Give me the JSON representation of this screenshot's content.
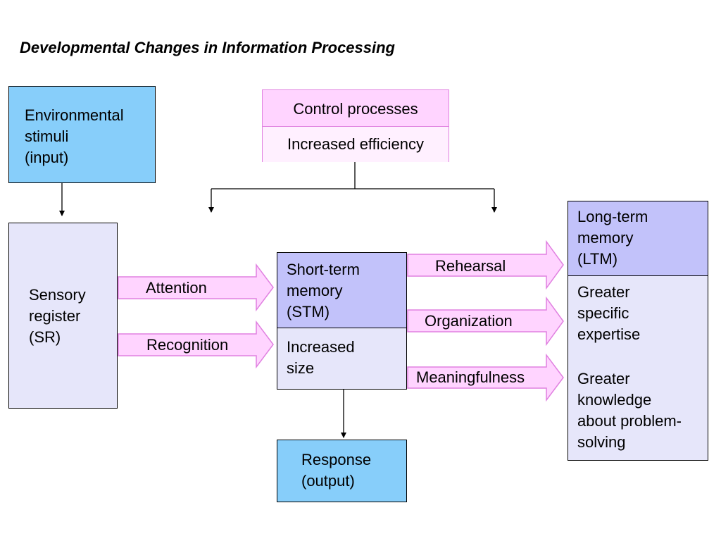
{
  "title": "Developmental Changes in Information Processing",
  "environmental_stimuli": {
    "label": "Environmental\nstimuli\n(input)"
  },
  "sensory_register": {
    "label": "Sensory\nregister\n(SR)"
  },
  "control_processes": {
    "header": "Control processes",
    "body": "Increased efficiency"
  },
  "short_term_memory": {
    "header": "Short-term\nmemory\n(STM)",
    "body": "Increased\nsize"
  },
  "long_term_memory": {
    "header": "Long-term\nmemory\n(LTM)",
    "items": [
      "Greater\nspecific\nexpertise",
      "Greater\nknowledge\nabout problem-\nsolving"
    ]
  },
  "response": {
    "label": "Response\n(output)"
  },
  "arrows": {
    "attention": "Attention",
    "recognition": "Recognition",
    "rehearsal": "Rehearsal",
    "organization": "Organization",
    "meaningfulness": "Meaningfulness"
  },
  "colors": {
    "io_box": "#87cefa",
    "register_box": "#e6e6fa",
    "memory_header": "#c2c2fa",
    "control_header": "#ffd4ff",
    "arrow_fill": "#ffd4ff",
    "arrow_stroke": "#e080e0"
  }
}
